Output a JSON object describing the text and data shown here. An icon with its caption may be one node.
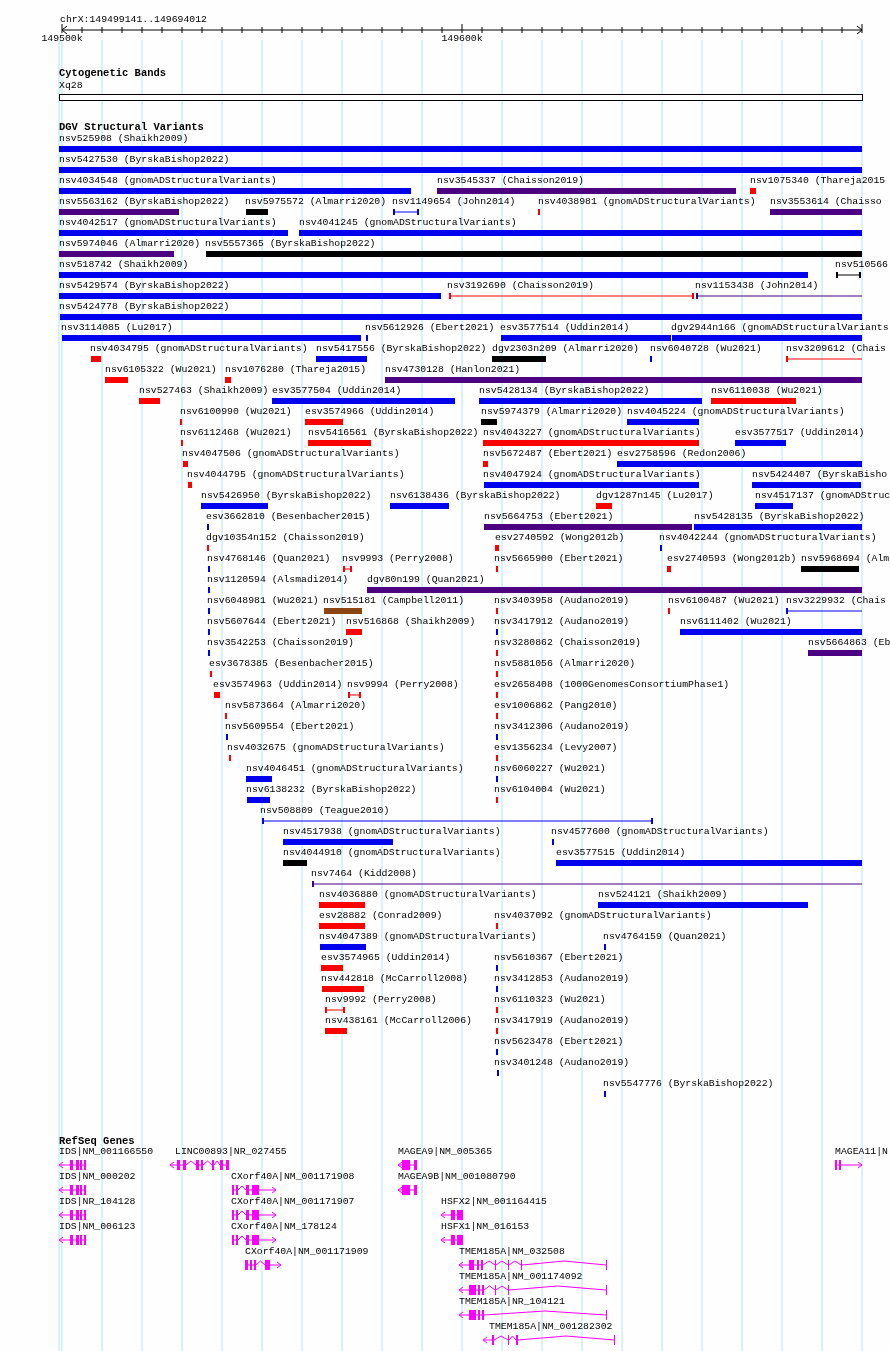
{
  "diagram": {
    "labels": [
      "chrX:149499141..149694012",
      "149500k",
      "149600k",
      "Cytogenetic Bands",
      "Xq28",
      "DGV Structural Variants",
      "nsv525908 (Shaikh2009)",
      "nsv5427530 (ByrskaBishop2022)",
      "nsv4034548 (gnomADStructuralVariants)",
      "nsv3545337 (Chaisson2019)",
      "nsv1075340 (Thareja2015",
      "nsv5563162 (ByrskaBishop2022)",
      "nsv5975572 (Almarri2020)",
      "nsv1149654 (John2014)",
      "nsv4038981 (gnomADStructuralVariants)",
      "nsv3553614 (Chaisso",
      "nsv4042517 (gnomADStructuralVariants)",
      "nsv4041245 (gnomADStructuralVariants)",
      "nsv5974046 (Almarri2020)",
      "nsv5557365 (ByrskaBishop2022)",
      "nsv518742 (Shaikh2009)",
      "nsv510566",
      "nsv5429574 (ByrskaBishop2022)",
      "nsv3192690 (Chaisson2019)",
      "nsv1153438 (John2014)",
      "nsv5424778 (ByrskaBishop2022)",
      "nsv3114085 (Lu2017)",
      "nsv5612926 (Ebert2021)",
      "esv3577514 (Uddin2014)",
      "dgv2944n166 (gnomADStructuralVariants",
      "nsv4034795 (gnomADStructuralVariants)",
      "nsv5417556 (ByrskaBishop2022)",
      "dgv2303n209 (Almarri2020)",
      "nsv6040728 (Wu2021)",
      "nsv3209612 (Chais",
      "nsv6105322 (Wu2021)",
      "nsv1076280 (Thareja2015)",
      "nsv4730128 (Hanlon2021)",
      "nsv527463 (Shaikh2009)",
      "esv3577504 (Uddin2014)",
      "nsv5428134 (ByrskaBishop2022)",
      "nsv6110038 (Wu2021)",
      "nsv6100990 (Wu2021)",
      "esv3574966 (Uddin2014)",
      "nsv5974379 (Almarri2020)",
      "nsv4045224 (gnomADStructuralVariants)",
      "nsv6112468 (Wu2021)",
      "nsv5416561 (ByrskaBishop2022)",
      "nsv4043227 (gnomADStructuralVariants)",
      "esv3577517 (Uddin2014)",
      "nsv4047506 (gnomADStructuralVariants)",
      "nsv5672487 (Ebert2021)",
      "esv2758596 (Redon2006)",
      "nsv4044795 (gnomADStructuralVariants)",
      "nsv4047924 (gnomADStructuralVariants)",
      "nsv5424407 (ByrskaBisho",
      "nsv5426950 (ByrskaBishop2022)",
      "nsv6138436 (ByrskaBishop2022)",
      "dgv1287n145 (Lu2017)",
      "nsv4517137 (gnomADStruc",
      "esv3662810 (Besenbacher2015)",
      "nsv5664753 (Ebert2021)",
      "nsv5428135 (ByrskaBishop2022)",
      "dgv10354n152 (Chaisson2019)",
      "esv2740592 (Wong2012b)",
      "nsv4042244 (gnomADStructuralVariants)",
      "nsv4768146 (Quan2021)",
      "nsv9993 (Perry2008)",
      "nsv5665900 (Ebert2021)",
      "esv2740593 (Wong2012b)",
      "nsv5968694 (Alm",
      "nsv1120594 (Alsmadi2014)",
      "dgv80n199 (Quan2021)",
      "nsv6048981 (Wu2021)",
      "nsv515181 (Campbell2011)",
      "nsv3403958 (Audano2019)",
      "nsv6100487 (Wu2021)",
      "nsv3229932 (Chais",
      "nsv5607644 (Ebert2021)",
      "nsv516868 (Shaikh2009)",
      "nsv3417912 (Audano2019)",
      "nsv6111402 (Wu2021)",
      "nsv3542253 (Chaisson2019)",
      "nsv3280862 (Chaisson2019)",
      "nsv5664863 (Eb",
      "esv3678385 (Besenbacher2015)",
      "nsv5881056 (Almarri2020)",
      "esv3574963 (Uddin2014)",
      "nsv9994 (Perry2008)",
      "esv2658408 (1000GenomesConsortiumPhase1)",
      "nsv5873664 (Almarri2020)",
      "esv1006862 (Pang2010)",
      "nsv5609554 (Ebert2021)",
      "nsv3412306 (Audano2019)",
      "nsv4032675 (gnomADStructuralVariants)",
      "esv1356234 (Levy2007)",
      "nsv4046451 (gnomADStructuralVariants)",
      "nsv6060227 (Wu2021)",
      "nsv6138232 (ByrskaBishop2022)",
      "nsv6104004 (Wu2021)",
      "nsv508809 (Teague2010)",
      "nsv4517938 (gnomADStructuralVariants)",
      "nsv4577600 (gnomADStructuralVariants)",
      "nsv4044910 (gnomADStructuralVariants)",
      "esv3577515 (Uddin2014)",
      "nsv7464 (Kidd2008)",
      "nsv4036880 (gnomADStructuralVariants)",
      "nsv524121 (Shaikh2009)",
      "esv28882 (Conrad2009)",
      "nsv4037092 (gnomADStructuralVariants)",
      "nsv4047389 (gnomADStructuralVariants)",
      "nsv4764159 (Quan2021)",
      "esv3574965 (Uddin2014)",
      "nsv5610367 (Ebert2021)",
      "nsv442818 (McCarroll2008)",
      "nsv3412853 (Audano2019)",
      "nsv9992 (Perry2008)",
      "nsv6110323 (Wu2021)",
      "nsv438161 (McCarroll2006)",
      "nsv3417919 (Audano2019)",
      "nsv5623478 (Ebert2021)",
      "nsv3401248 (Audano2019)",
      "nsv5547776 (ByrskaBishop2022)",
      "RefSeq Genes",
      "IDS|NM_001166550",
      "LINC00893|NR_027455",
      "MAGEA9|NM_005365",
      "MAGEA11|N",
      "IDS|NM_000202",
      "CXorf40A|NM_001171908",
      "MAGEA9B|NM_001080790",
      "IDS|NR_104128",
      "CXorf40A|NM_001171907",
      "HSFX2|NM_001164415",
      "IDS|NM_006123",
      "CXorf40A|NM_178124",
      "HSFX1|NM_016153",
      "CXorf40A|NM_001171909",
      "TMEM185A|NM_032508",
      "TMEM185A|NM_001174092",
      "TMEM185A|NR_104121",
      "TMEM185A|NM_001282302"
    ]
  }
}
